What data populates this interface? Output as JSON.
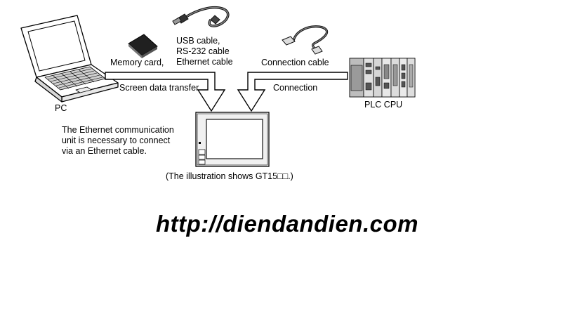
{
  "labels": {
    "pc": "PC",
    "memory_card": "Memory card,",
    "cable_group": "USB cable,\nRS-232 cable\nEthernet cable",
    "connection_cable": "Connection cable",
    "screen_data_transfer": "Screen data transfer",
    "connection": "Connection",
    "plc_cpu": "PLC CPU",
    "ethernet_note": "The Ethernet communication\nunit is necessary to connect\nvia an Ethernet cable.",
    "illustration_caption": "(The illustration shows GT15□□.)"
  },
  "watermark": "http://diendandien.com",
  "icons": [
    "laptop-pc-icon",
    "memory-card-icon",
    "usb-cable-icon",
    "connection-cable-icon",
    "plc-cpu-icon",
    "got-panel-icon"
  ]
}
